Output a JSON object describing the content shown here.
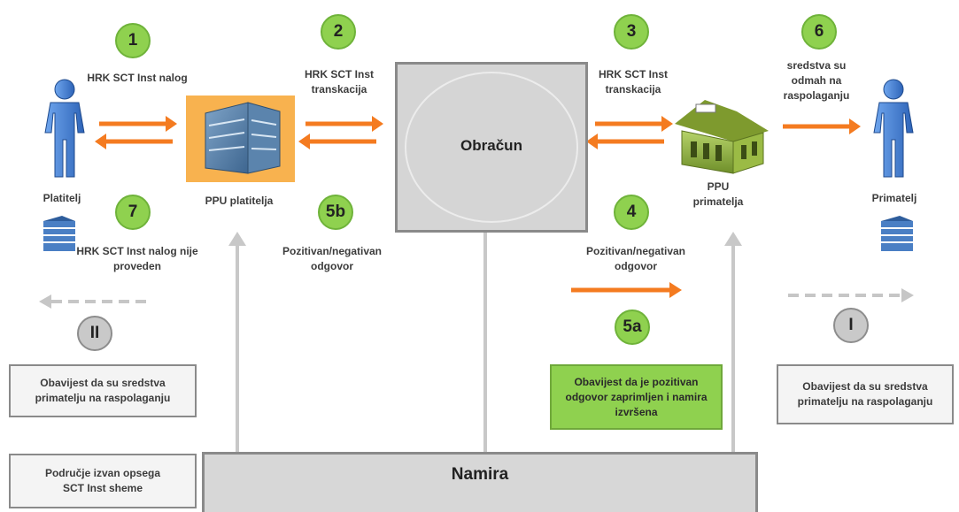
{
  "steps": {
    "s1": "1",
    "s2": "2",
    "s3": "3",
    "s4": "4",
    "s5a": "5a",
    "s5b": "5b",
    "s6": "6",
    "s7": "7",
    "sI": "I",
    "sII": "II"
  },
  "labels": {
    "l1": "HRK SCT Inst nalog",
    "l2": "HRK SCT Inst transkacija",
    "l3": "HRK SCT Inst transkacija",
    "l6": "sredstva su odmah na raspolaganju",
    "l7": "HRK SCT Inst nalog nije proveden",
    "l5b": "Pozitivan/negativan odgovor",
    "l4": "Pozitivan/negativan odgovor"
  },
  "actors": {
    "platitelj": "Platitelj",
    "ppu_platitelja": "PPU platitelja",
    "ppu_primatelja": "PPU primatelja",
    "primatelj": "Primatelj"
  },
  "center": {
    "obracun": "Obračun",
    "namira": "Namira"
  },
  "notes": {
    "left": "Obavijest da su sredstva primatelju na raspolaganju",
    "scope": "Područje izvan opsega SCT Inst sheme",
    "green": "Obavijest da je pozitivan odgovor zaprimljen i namira izvršena",
    "right": "Obavijest da su sredstva primatelju na raspolaganju"
  },
  "colors": {
    "arrow": "#f47b20",
    "green_circle": "#8fd14f",
    "grey_circle": "#c9c9c9",
    "person": "#3f7fd6",
    "connector": "#c8c8c8"
  }
}
